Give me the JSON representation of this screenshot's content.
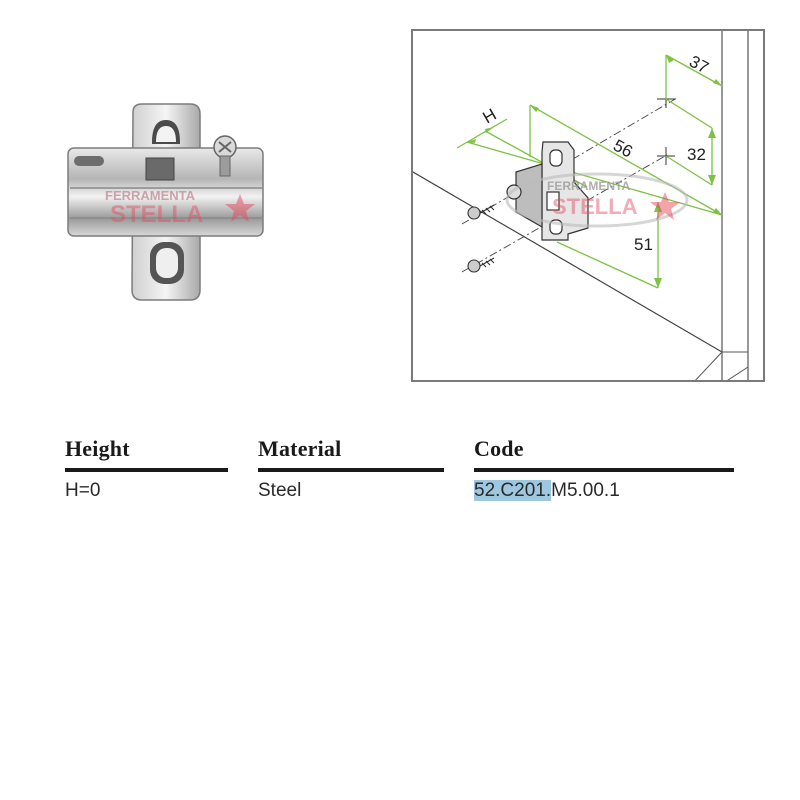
{
  "product_photo": {
    "alt": "Mounting plate (cruciform hinge plate), nickel-plated steel",
    "watermark": {
      "line1": "FERRAMENTA",
      "line2": "STELLA",
      "icon": "star-icon"
    }
  },
  "diagram": {
    "dimensions": {
      "h_label": "H",
      "d56": "56",
      "d37": "37",
      "d32": "32",
      "d51": "51"
    },
    "watermark": {
      "line1": "FERRAMENTA",
      "line2": "STELLA",
      "icon": "star-icon"
    },
    "colors": {
      "dimension_line": "#7dc242",
      "frame": "#7a7a7a",
      "watermark_red": "#e8485a"
    }
  },
  "spec_table": {
    "columns": [
      {
        "header": "Height",
        "value": "H=0"
      },
      {
        "header": "Material",
        "value": "Steel"
      },
      {
        "header": "Code",
        "value_selected": "52.C201.",
        "value_rest": "M5.00.1"
      }
    ],
    "selection_color": "#9ec7e0"
  }
}
